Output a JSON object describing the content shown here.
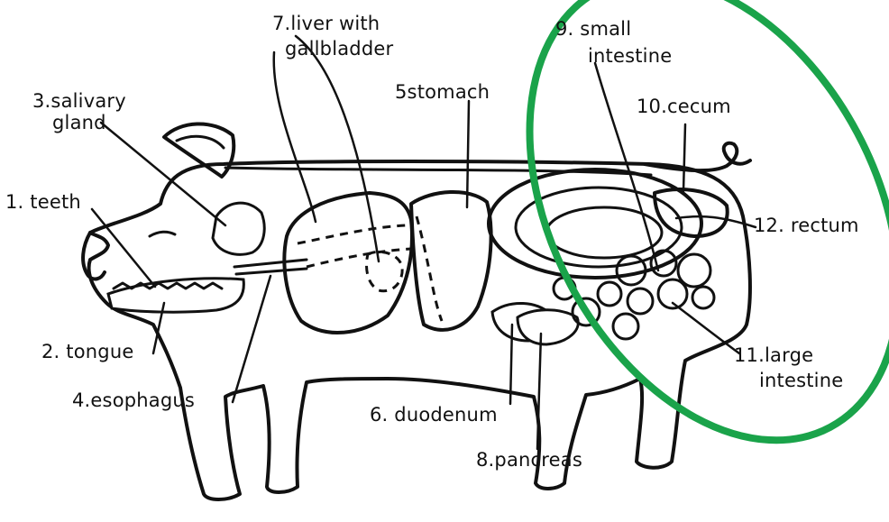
{
  "labels": {
    "teeth": "1. teeth",
    "tongue": "2. tongue",
    "salivary_gland_line1": "3.salivary",
    "salivary_gland_line2": "gland",
    "esophagus": "4.esophagus",
    "stomach": "5stomach",
    "duodenum": "6. duodenum",
    "liver_line1": "7.liver with",
    "liver_line2": "gallbladder",
    "pancreas": "8.pancreas",
    "small_intestine_line1": "9. small",
    "small_intestine_line2": "intestine",
    "cecum": "10.cecum",
    "large_intestine_line1": "11.large",
    "large_intestine_line2": "intestine",
    "rectum": "12. rectum"
  },
  "highlight": {
    "shape": "ellipse",
    "color": "#1aa34a"
  }
}
